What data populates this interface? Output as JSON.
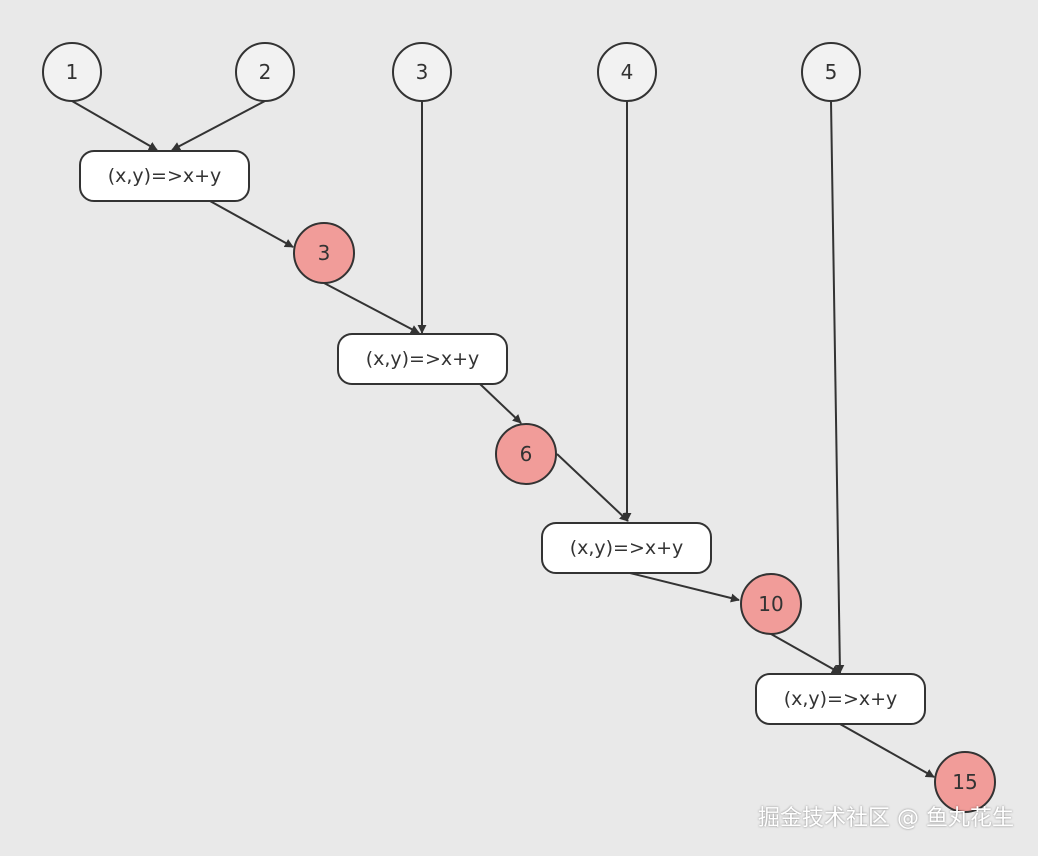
{
  "colors": {
    "input_fill": "#f2f2f2",
    "result_fill": "#f19c99",
    "function_fill": "#ffffff",
    "stroke": "#333333"
  },
  "inputs": [
    {
      "id": "in1",
      "label": "1"
    },
    {
      "id": "in2",
      "label": "2"
    },
    {
      "id": "in3",
      "label": "3"
    },
    {
      "id": "in4",
      "label": "4"
    },
    {
      "id": "in5",
      "label": "5"
    }
  ],
  "functions": [
    {
      "id": "fn1",
      "label": "(x,y)=>x+y"
    },
    {
      "id": "fn2",
      "label": "(x,y)=>x+y"
    },
    {
      "id": "fn3",
      "label": "(x,y)=>x+y"
    },
    {
      "id": "fn4",
      "label": "(x,y)=>x+y"
    }
  ],
  "results": [
    {
      "id": "r1",
      "label": "3"
    },
    {
      "id": "r2",
      "label": "6"
    },
    {
      "id": "r3",
      "label": "10"
    },
    {
      "id": "r4",
      "label": "15"
    }
  ],
  "edges": [
    [
      "in1",
      "fn1"
    ],
    [
      "in2",
      "fn1"
    ],
    [
      "fn1",
      "r1"
    ],
    [
      "r1",
      "fn2"
    ],
    [
      "in3",
      "fn2"
    ],
    [
      "fn2",
      "r2"
    ],
    [
      "r2",
      "fn3"
    ],
    [
      "in4",
      "fn3"
    ],
    [
      "fn3",
      "r3"
    ],
    [
      "r3",
      "fn4"
    ],
    [
      "in5",
      "fn4"
    ],
    [
      "fn4",
      "r4"
    ]
  ],
  "watermark": "掘金技术社区 @ 鱼丸花生"
}
